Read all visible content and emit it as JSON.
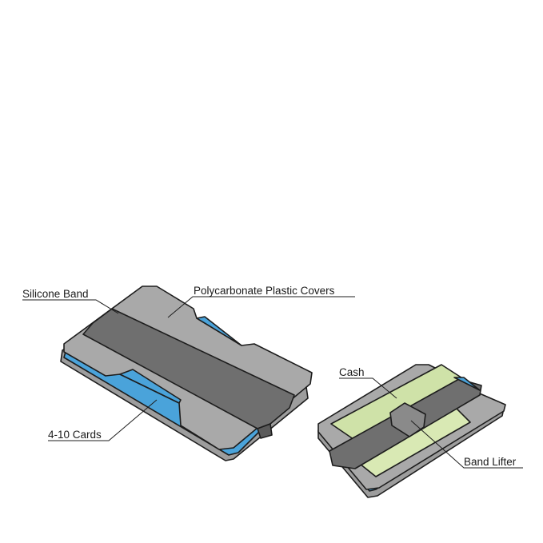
{
  "labels": {
    "silicone_band": "Silicone Band",
    "polycarbonate_covers": "Polycarbonate Plastic Covers",
    "cards": "4-10 Cards",
    "cash": "Cash",
    "band_lifter": "Band Lifter"
  },
  "colors": {
    "cover": "#a9a9a9",
    "cover_shade": "#8f8f8f",
    "band": "#6f6f6f",
    "card": "#4aa3da",
    "cash": "#cfe2a8",
    "outline": "#1d1d1d",
    "background": "#ffffff"
  }
}
